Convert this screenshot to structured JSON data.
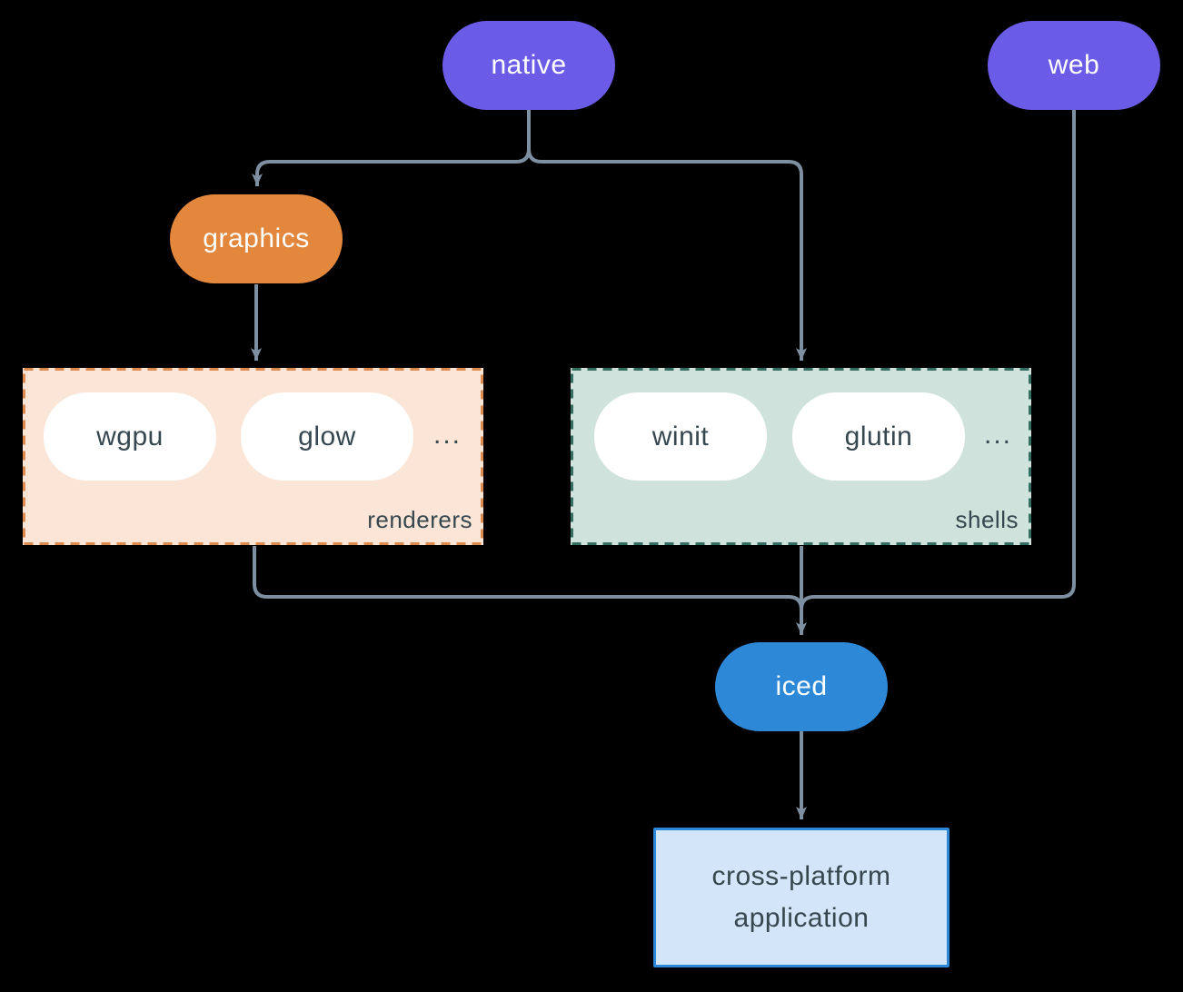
{
  "nodes": {
    "native": {
      "label": "native",
      "color": "#6b5ce7"
    },
    "web": {
      "label": "web",
      "color": "#6b5ce7"
    },
    "graphics": {
      "label": "graphics",
      "color": "#e3873d"
    },
    "iced": {
      "label": "iced",
      "color": "#2d89d8"
    },
    "application": {
      "label": "cross-platform application",
      "fill": "#d3e5f8",
      "border": "#2e86d9"
    }
  },
  "groups": {
    "renderers": {
      "label": "renderers",
      "items": [
        "wgpu",
        "glow"
      ],
      "ellipsis": "...",
      "fill": "#fbe5d6",
      "border": "#dd8a4e"
    },
    "shells": {
      "label": "shells",
      "items": [
        "winit",
        "glutin"
      ],
      "ellipsis": "...",
      "fill": "#d0e2dc",
      "border": "#336e60"
    }
  },
  "connectors": {
    "color": "#7d8fa0"
  }
}
